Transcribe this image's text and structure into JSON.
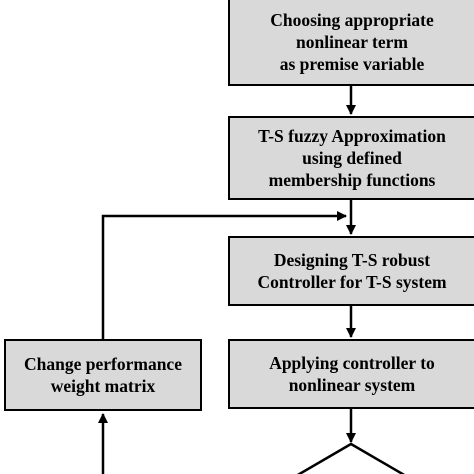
{
  "diagram": {
    "boxes": [
      {
        "id": "box-1",
        "lines": [
          "Choosing appropriate",
          "nonlinear term",
          "as premise variable"
        ]
      },
      {
        "id": "box-2",
        "lines": [
          "T-S fuzzy Approximation",
          "using defined",
          "membership functions"
        ]
      },
      {
        "id": "box-3",
        "lines": [
          "Designing T-S robust",
          "Controller for T-S system"
        ]
      },
      {
        "id": "box-4",
        "lines": [
          "Applying controller to",
          "nonlinear system"
        ]
      },
      {
        "id": "box-5",
        "lines": [
          "Change performance",
          "weight matrix"
        ]
      }
    ],
    "colors": {
      "box_fill": "#d9d9d9",
      "stroke": "#000000",
      "text": "#000000"
    }
  }
}
